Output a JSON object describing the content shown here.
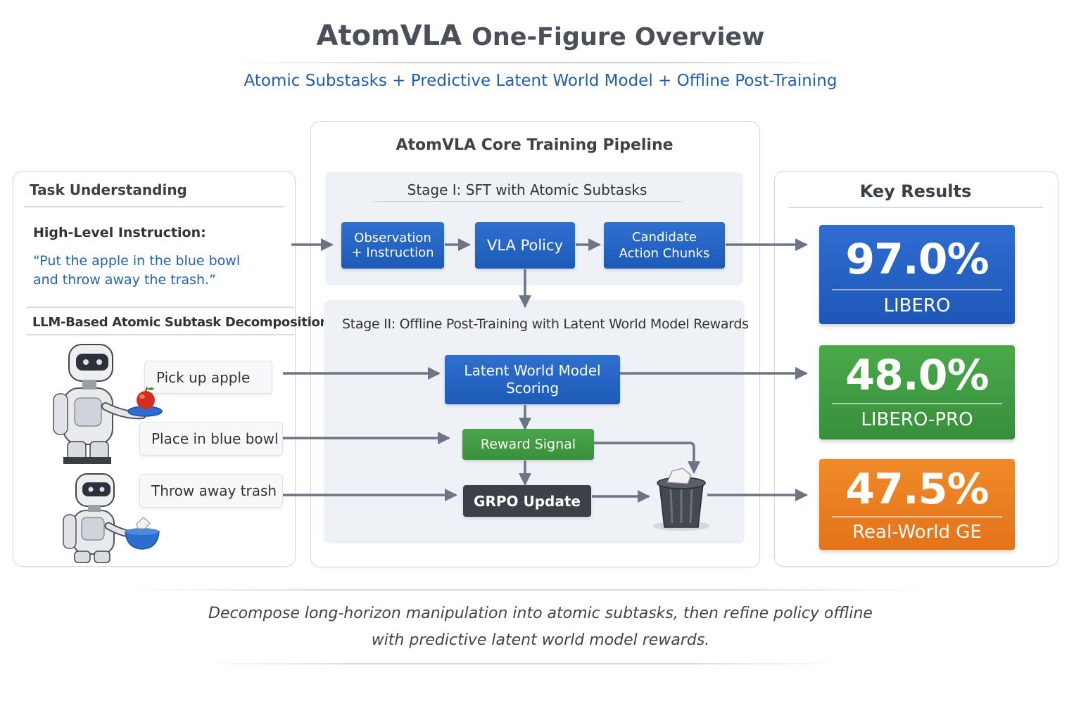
{
  "header": {
    "title_bold": "AtomVLA",
    "title_rest": "One-Figure Overview",
    "subtitle": "Atomic Substasks + Predictive Latent World Model + Offline Post-Training"
  },
  "task_understanding": {
    "title": "Task Understanding",
    "instruction_label": "High-Level Instruction:",
    "instruction_line1": "“Put the apple in the blue bowl",
    "instruction_line2": "and throw away the trash.”",
    "decomposition_label": "LLM-Based Atomic Subtask Decomposition",
    "subtasks": [
      "Pick up apple",
      "Place in blue bowl",
      "Throw away trash"
    ]
  },
  "pipeline": {
    "title": "AtomVLA Core Training Pipeline",
    "stage1": {
      "title": "Stage I: SFT with Atomic Subtasks",
      "observation_line1": "Observation",
      "observation_line2": "+ Instruction",
      "policy": "VLA Policy",
      "candidate_line1": "Candidate",
      "candidate_line2": "Action Chunks"
    },
    "stage2": {
      "title": "Stage II: Offline Post-Training with Latent World Model Rewards",
      "lwm_line1": "Latent World Model",
      "lwm_line2": "Scoring",
      "reward": "Reward Signal",
      "grpo": "GRPO Update"
    }
  },
  "key_results": {
    "title": "Key Results",
    "items": [
      {
        "value": "97.0%",
        "label": "LIBERO",
        "color": "#2563c9"
      },
      {
        "value": "48.0%",
        "label": "LIBERO-PRO",
        "color": "#42a045"
      },
      {
        "value": "47.5%",
        "label": "Real-World GE",
        "color": "#ee8424"
      }
    ]
  },
  "caption": {
    "line1": "Decompose long-horizon manipulation into atomic subtasks, then refine policy offline",
    "line2": "with predictive latent world model rewards."
  },
  "colors": {
    "accent_blue": "#2163b7",
    "arrow": "#6b7585",
    "box_blue": "#2563c9",
    "box_green": "#42a045",
    "box_dark": "#3b4049",
    "result_orange": "#ee8424"
  }
}
